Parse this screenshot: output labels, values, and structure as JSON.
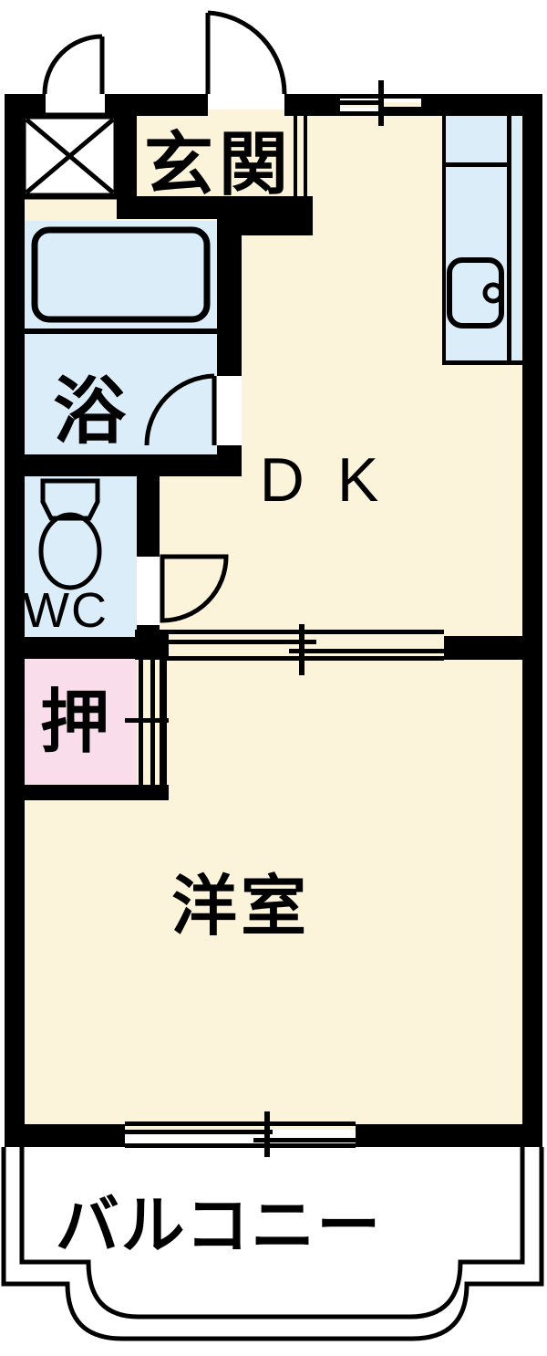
{
  "rooms": {
    "genkan": {
      "label": "玄関"
    },
    "dining_kitchen": {
      "label": "DK"
    },
    "bath": {
      "label": "浴"
    },
    "toilet": {
      "label": "WC"
    },
    "closet": {
      "label": "押"
    },
    "western_room": {
      "label": "洋室"
    },
    "balcony": {
      "label": "バルコニー"
    }
  },
  "colors": {
    "floor": "#FCF3DB",
    "wet_area": "#DCEDFA",
    "closet": "#F9DDEB",
    "wall": "#000000",
    "background": "#FFFFFF",
    "text": "#000000"
  }
}
